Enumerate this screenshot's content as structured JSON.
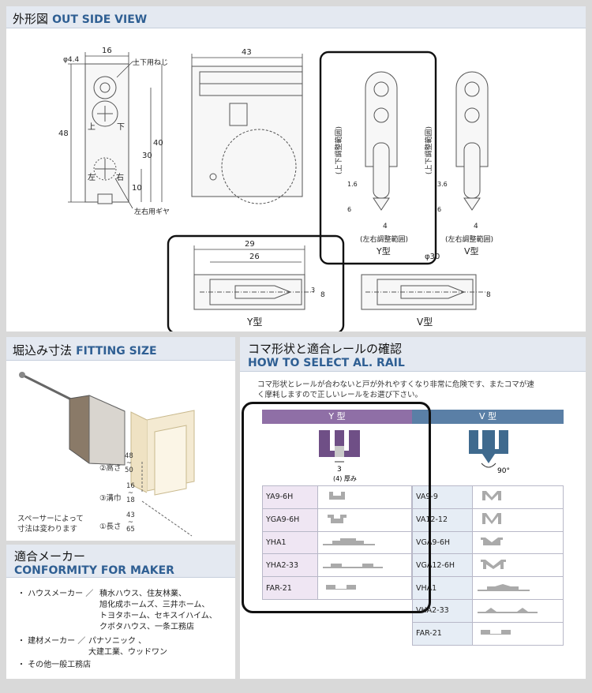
{
  "outside_view": {
    "title_jp": "外形図",
    "title_en": "OUT SIDE VIEW",
    "labels": {
      "phi44": "φ4.4",
      "screw_updown": "上下用ねじ",
      "up": "上",
      "down": "下",
      "left": "左",
      "right": "右",
      "gear_lr": "左右用ギヤ",
      "updown_range": "(上下調整範囲)",
      "lr_range": "(左右調整範囲)",
      "type_y": "Y型",
      "type_v": "V型",
      "phi30": "φ30"
    },
    "dims": {
      "d16": "16",
      "d48": "48",
      "d30": "30",
      "d40": "40",
      "d10": "10",
      "d43": "43",
      "d16a": "1.6",
      "d6": "6",
      "d4": "4",
      "d36": "3.6",
      "d6b": "6",
      "d4b": "4",
      "d29": "29",
      "d26": "26",
      "d3": "3",
      "d8": "8",
      "d8b": "8"
    }
  },
  "fitting": {
    "title_jp": "堀込み寸法",
    "title_en": "FITTING SIZE",
    "height_label": "②高さ",
    "height_range": [
      "48",
      "~",
      "50"
    ],
    "groove_label": "③溝巾",
    "groove_range": [
      "16",
      "~",
      "18"
    ],
    "length_label": "①長さ",
    "length_range": [
      "43",
      "~",
      "65"
    ],
    "spacer_note": [
      "スペーサーによって",
      "寸法は変わります"
    ]
  },
  "rail": {
    "title_jp": "コマ形状と適合レールの確認",
    "title_en": "HOW TO SELECT AL. RAIL",
    "note": [
      "コマ形状とレールが合わないと戸が外れやすくなり非常に危険です、またコマが速",
      "く摩耗しますので正しいレールをお選び下さい。"
    ],
    "y_header": "Y 型",
    "v_header": "V 型",
    "y_dim": "3",
    "y_thick": "(4) 厚み",
    "v_angle": "90°",
    "y_rows": [
      "YA9-6H",
      "YGA9-6H",
      "YHA1",
      "YHA2-33",
      "FAR-21"
    ],
    "v_rows": [
      "VA9-9",
      "VA12-12",
      "VGA9-6H",
      "VGA12-6H",
      "VHA1",
      "VHA2-33",
      "FAR-21"
    ]
  },
  "maker": {
    "title_jp": "適合メーカー",
    "title_en": "CONFORMITY FOR MAKER",
    "house_label": "・ ハウスメーカー ／",
    "house_lines": [
      "積水ハウス、住友林業、",
      "旭化成ホームズ、三井ホーム、",
      "トヨタホーム、セキスイハイム、",
      "クボタハウス、一条工務店"
    ],
    "material_label": "・ 建材メーカー ／",
    "material_lines": [
      "パナソニック 、",
      "大建工業、ウッドワン"
    ],
    "other": "・ その他一般工務店"
  },
  "colors": {
    "header_bg": "#e4e9f1",
    "header_text": "#2f5f93",
    "y_purple": "#6f4f86",
    "v_blue": "#3f6a8e"
  }
}
